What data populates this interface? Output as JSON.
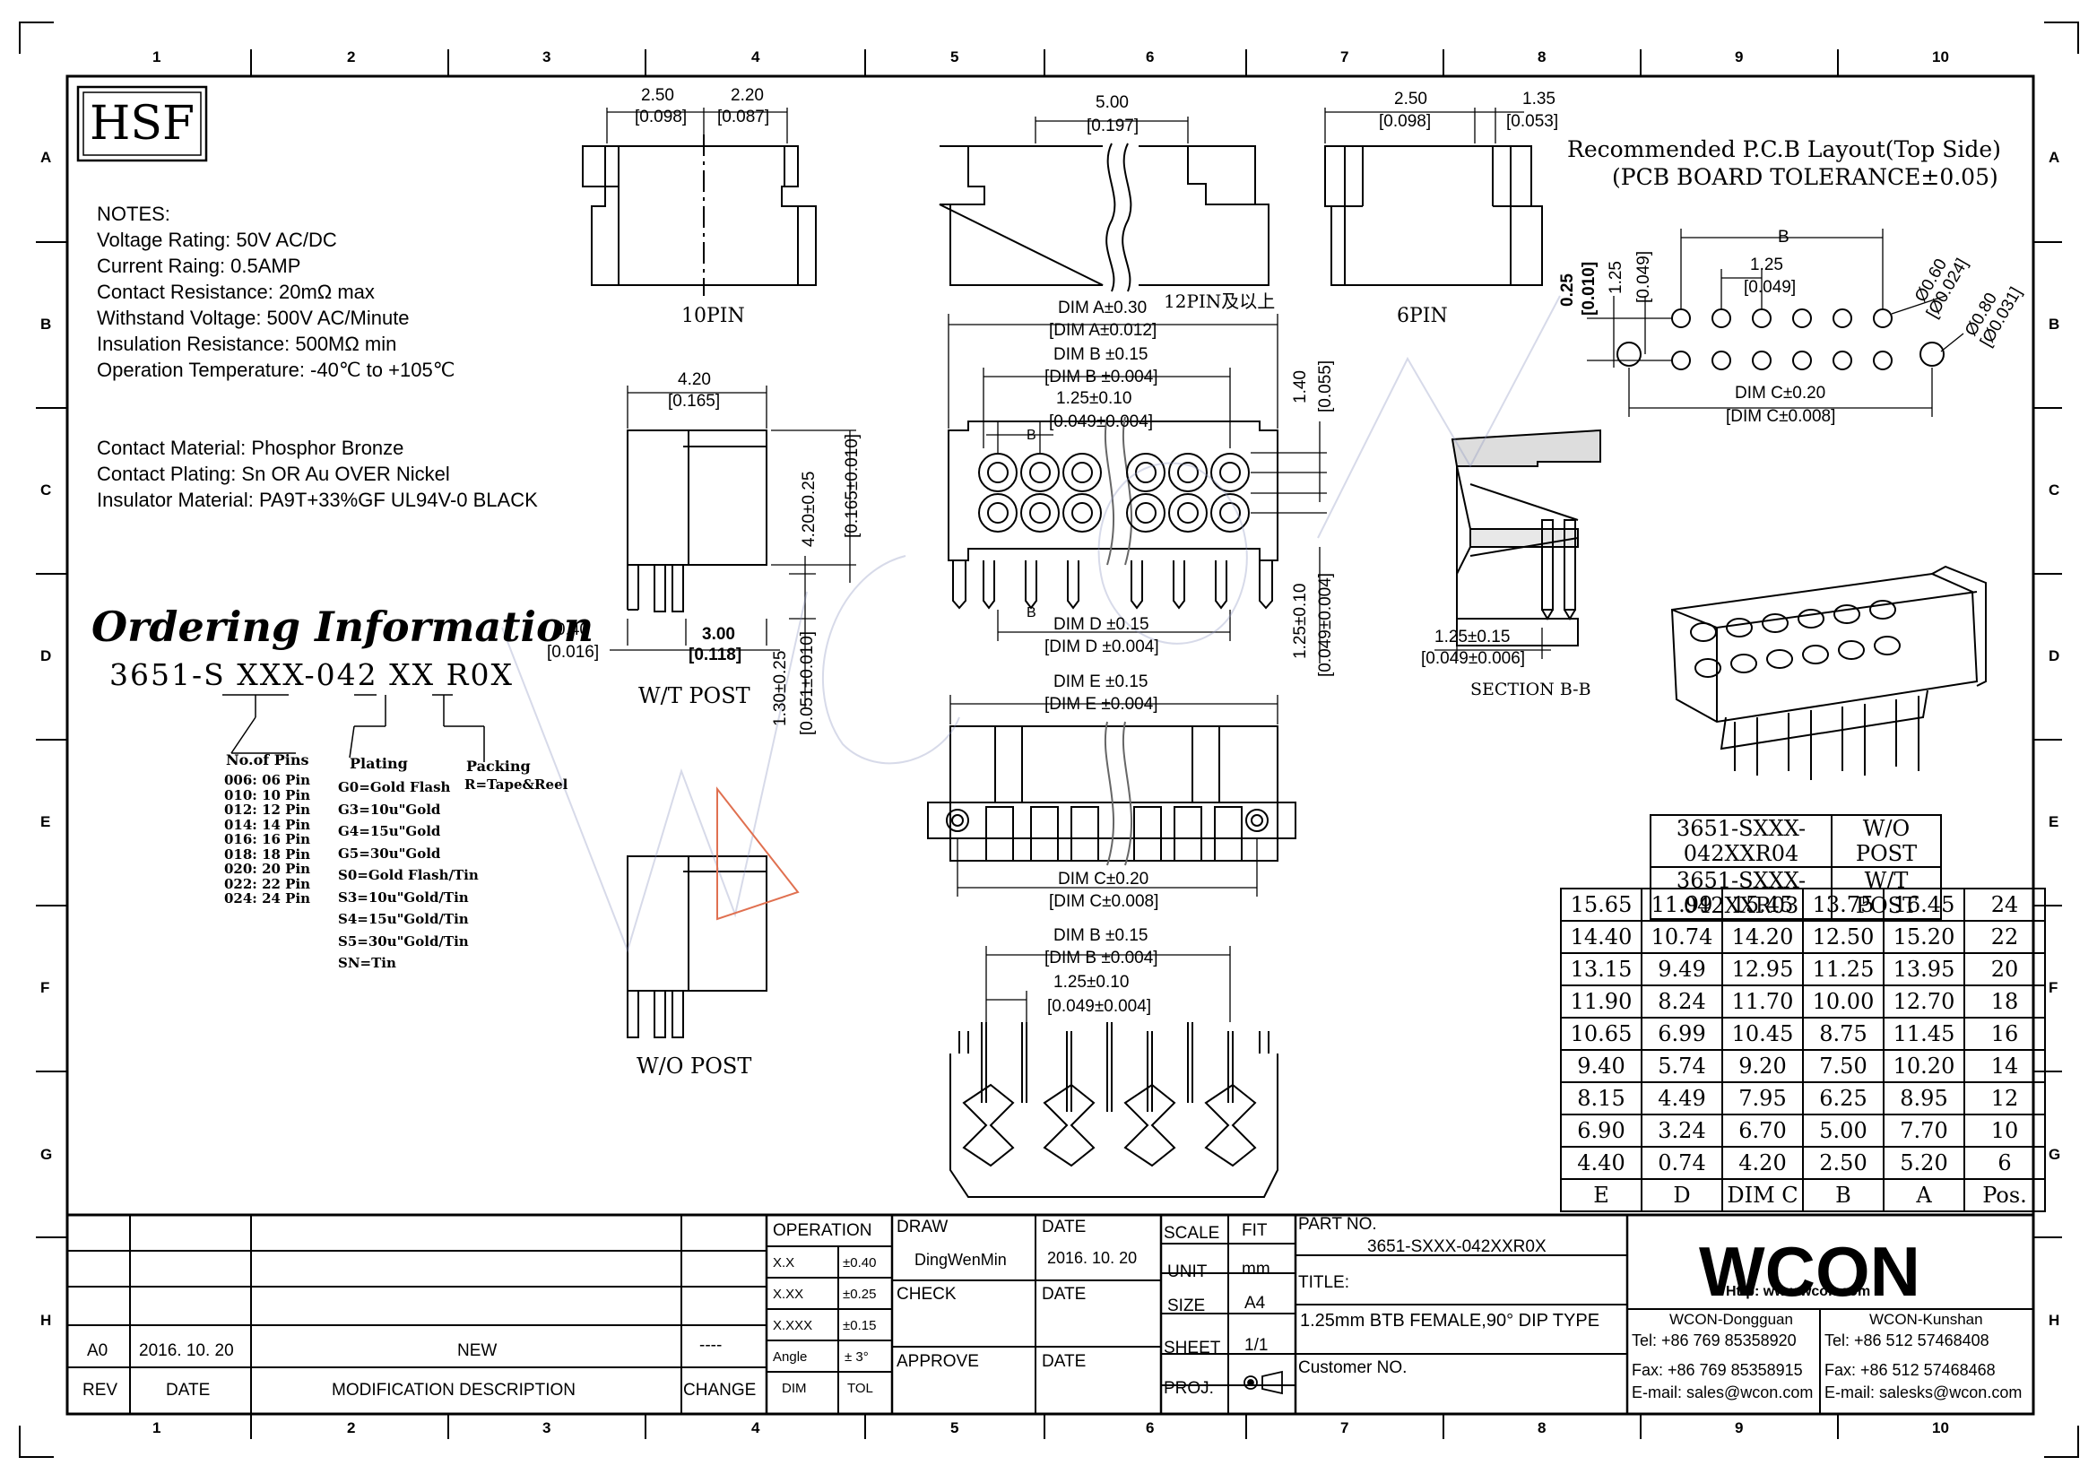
{
  "logo": "HSF",
  "notes": [
    "NOTES:",
    "Voltage Rating: 50V AC/DC",
    "Current Raing: 0.5AMP",
    "Contact Resistance: 20mΩ max",
    "Withstand Voltage: 500V AC/Minute",
    "Insulation Resistance: 500MΩ min",
    "Operation Temperature: -40℃ to +105℃"
  ],
  "materials": [
    "Contact Material: Phosphor Bronze",
    "Contact Plating: Sn OR Au OVER Nickel",
    "Insulator Material: PA9T+33%GF UL94V-0 BLACK"
  ],
  "ordering": {
    "title": "Ordering Information",
    "part": "3651-S XXX-042 XX R0X",
    "pins_title": "No.of Pins",
    "pins": [
      "006: 06 Pin",
      "010: 10 Pin",
      "012: 12 Pin",
      "014: 14 Pin",
      "016: 16 Pin",
      "018: 18 Pin",
      "020: 20 Pin",
      "022: 22 Pin",
      "024: 24 Pin"
    ],
    "plating_title": "Plating",
    "plating": [
      "G0=Gold Flash",
      "G3=10u\"Gold",
      "G4=15u\"Gold",
      "G5=30u\"Gold",
      "S0=Gold Flash/Tin",
      "S3=10u\"Gold/Tin",
      "S4=15u\"Gold/Tin",
      "S5=30u\"Gold/Tin",
      "SN=Tin"
    ],
    "packing_title": "Packing",
    "packing": "R=Tape&Reel"
  },
  "views": {
    "v10pin": "10PIN",
    "v12pin": "12PIN及以上",
    "v6pin": "6PIN",
    "wt_post": "W/T POST",
    "wo_post": "W/O POST",
    "section": "SECTION B-B"
  },
  "dims": {
    "d250": "2.50",
    "d250i": "[0.098]",
    "d220": "2.20",
    "d220i": "[0.087]",
    "d500": "5.00",
    "d500i": "[0.197]",
    "d250b": "2.50",
    "d250bi": "[0.098]",
    "d135": "1.35",
    "d135i": "[0.053]",
    "d420": "4.20",
    "d420i": "[0.165]",
    "d420v": "4.20±0.25",
    "d420vi": "[0.165±0.010]",
    "d040": "0.40",
    "d040i": "[0.016]",
    "d300": "3.00",
    "d300i": "[0.118]",
    "d130": "1.30±0.25",
    "d130i": "[0.051±0.010]",
    "dimA": "DIM A±0.30",
    "dimAi": "[DIM A±0.012]",
    "dimB": "DIM B ±0.15",
    "dimBi": "[DIM B ±0.004]",
    "d125": "1.25±0.10",
    "d125i": "[0.049±0.004]",
    "d140": "1.40",
    "d140i": "[0.055]",
    "dimD": "DIM D ±0.15",
    "dimDi": "[DIM D ±0.004]",
    "d125v": "1.25±0.10",
    "d125vi": "[0.049±0.004]",
    "dimE": "DIM E ±0.15",
    "dimEi": "[DIM E ±0.004]",
    "dimC": "DIM C±0.20",
    "dimCi": "[DIM C±0.008]",
    "dimB2": "DIM B ±0.15",
    "dimB2i": "[DIM B ±0.004]",
    "d125b": "1.25±0.10",
    "d125bi": "[0.049±0.004]",
    "d125s": "1.25±0.15",
    "d125si": "[0.049±0.006]",
    "pcbB": "B",
    "pcb125": "1.25",
    "pcb125i": "[0.049]",
    "pcb025": "0.25",
    "pcb025i": "[0.010]",
    "pcb125v": "1.25",
    "pcb125vi": "[0.049]",
    "pcb060": "Ø0.60",
    "pcb060i": "[Ø0.024]",
    "pcb080": "Ø0.80",
    "pcb080i": "[Ø0.031]",
    "pcbC": "DIM C±0.20",
    "pcbCi": "[DIM C±0.008]",
    "secB": "B"
  },
  "pcb_title": "Recommended P.C.B Layout(Top Side)",
  "pcb_tol": "(PCB BOARD TOLERANCE±0.05)",
  "variants": [
    {
      "part": "3651-SXXX-042XXR04",
      "desc": "W/O POST"
    },
    {
      "part": "3651-SXXX-042XXR03",
      "desc": "W/T POST"
    }
  ],
  "dim_table": {
    "rows": [
      [
        "15.65",
        "11.99",
        "15.45",
        "13.75",
        "16.45",
        "24"
      ],
      [
        "14.40",
        "10.74",
        "14.20",
        "12.50",
        "15.20",
        "22"
      ],
      [
        "13.15",
        "9.49",
        "12.95",
        "11.25",
        "13.95",
        "20"
      ],
      [
        "11.90",
        "8.24",
        "11.70",
        "10.00",
        "12.70",
        "18"
      ],
      [
        "10.65",
        "6.99",
        "10.45",
        "8.75",
        "11.45",
        "16"
      ],
      [
        "9.40",
        "5.74",
        "9.20",
        "7.50",
        "10.20",
        "14"
      ],
      [
        "8.15",
        "4.49",
        "7.95",
        "6.25",
        "8.95",
        "12"
      ],
      [
        "6.90",
        "3.24",
        "6.70",
        "5.00",
        "7.70",
        "10"
      ],
      [
        "4.40",
        "0.74",
        "4.20",
        "2.50",
        "5.20",
        "6"
      ]
    ],
    "header": [
      "E",
      "D",
      "DIM C",
      "B",
      "A",
      "Pos."
    ]
  },
  "grid": {
    "cols": [
      "1",
      "2",
      "3",
      "4",
      "5",
      "6",
      "7",
      "8",
      "9",
      "10"
    ],
    "rows": [
      "A",
      "B",
      "C",
      "D",
      "E",
      "F",
      "G",
      "H"
    ]
  },
  "title_block": {
    "rev_label": "REV",
    "date_label": "DATE",
    "mod_label": "MODIFICATION  DESCRIPTION",
    "change_label": "CHANGE",
    "rev": "A0",
    "rev_date": "2016. 10. 20",
    "rev_desc": "NEW",
    "rev_change": "----",
    "operation": "OPERATION",
    "tol_rows": [
      [
        "X.X",
        "±0.40"
      ],
      [
        "X.XX",
        "±0.25"
      ],
      [
        "X.XXX",
        "±0.15"
      ],
      [
        "Angle",
        "± 3°"
      ]
    ],
    "dim_label": "DIM",
    "tol_label": "TOL",
    "draw_label": "DRAW",
    "drawer": "DingWenMin",
    "check_label": "CHECK",
    "approve_label": "APPROVE",
    "date1_label": "DATE",
    "date1": "2016. 10. 20",
    "date2_label": "DATE",
    "date3_label": "DATE",
    "scale_label": "SCALE",
    "scale": "FIT",
    "unit_label": "UNIT",
    "unit": "mm",
    "size_label": "SIZE",
    "size": "A4",
    "sheet_label": "SHEET",
    "sheet": "1/1",
    "proj_label": "PROJ.",
    "partno_label": "PART NO.",
    "partno": "3651-SXXX-042XXR0X",
    "title_label": "TITLE:",
    "title": "1.25mm BTB FEMALE,90° DIP TYPE",
    "customer_label": "Customer NO.",
    "company": "WCON",
    "http": "Http: www.wcon.com",
    "dg_title": "WCON-Dongguan",
    "dg_tel": "Tel: +86 769 85358920",
    "dg_fax": "Fax: +86 769 85358915",
    "dg_mail": "E-mail: sales@wcon.com",
    "ks_title": "WCON-Kunshan",
    "ks_tel": "Tel: +86 512 57468408",
    "ks_fax": "Fax: +86 512 57468468",
    "ks_mail": "E-mail: salesks@wcon.com"
  },
  "watermark": "WCON",
  "colors": {
    "line": "#000000",
    "watermark": "#9aa0c8",
    "accent": "#e07050"
  }
}
